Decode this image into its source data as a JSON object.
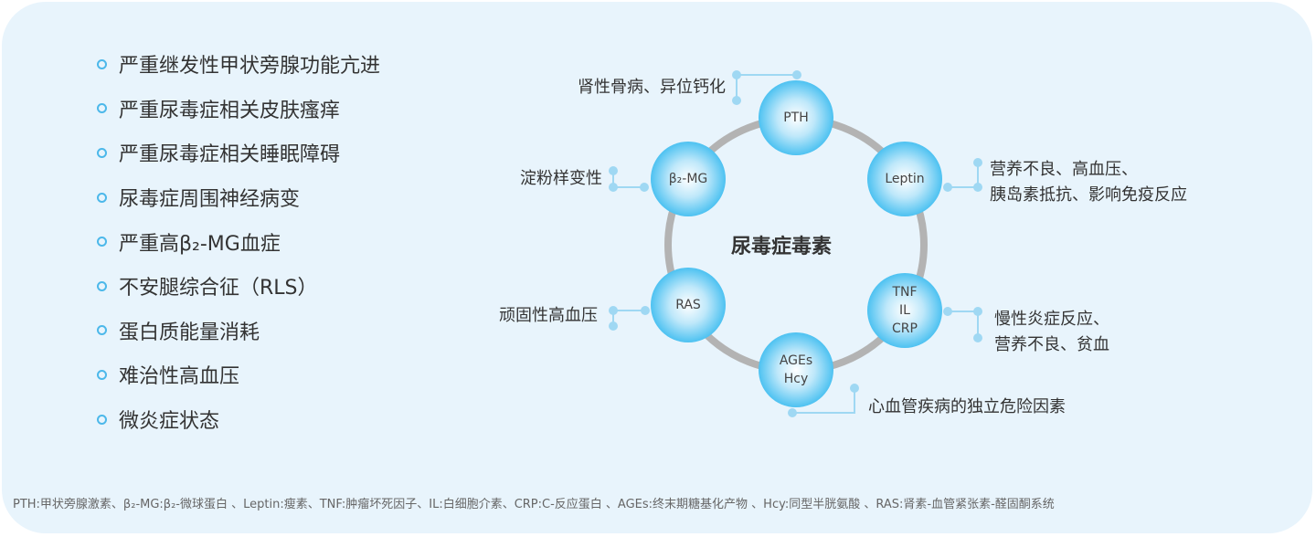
{
  "list_items": [
    "严重继发性甲状旁腺功能亢进",
    "严重尿毒症相关皮肤瘙痒",
    "严重尿毒症相关睡眠障碍",
    "尿毒症周围神经病变",
    "严重高β₂-MG血症",
    "不安腿综合征（RLS）",
    "蛋白质能量消耗",
    "难治性高血压",
    "微炎症状态"
  ],
  "center_title": "尿毒症毒素",
  "nodes": {
    "pth": "PTH",
    "b2mg": "β₂-MG",
    "leptin": "Leptin",
    "tnf": "TNF",
    "il": "IL",
    "crp": "CRP",
    "ages": "AGEs",
    "hcy": "Hcy",
    "ras": "RAS"
  },
  "effects": {
    "pth": "肾性骨病、异位钙化",
    "b2mg": "淀粉样变性",
    "leptin_1": "营养不良、高血压、",
    "leptin_2": "胰岛素抵抗、影响免疫反应",
    "tnf_1": "慢性炎症反应、",
    "tnf_2": "营养不良、贫血",
    "ages": "心血管疾病的独立危险因素",
    "ras": "顽固性高血压"
  },
  "footnote": "PTH:甲状旁腺激素、β₂-MG:β₂-微球蛋白 、Leptin:瘦素、TNF:肿瘤坏死因子、IL:白细胞介素、CRP:C-反应蛋白 、AGEs:终末期糖基化产物 、Hcy:同型半胱氨酸 、RAS:肾素-血管紧张素-醛固酮系统",
  "colors": {
    "background": "#e8f4fc",
    "accent": "#17a6e4",
    "ring": "#b3b3b3",
    "connector": "#9fd8f3"
  }
}
